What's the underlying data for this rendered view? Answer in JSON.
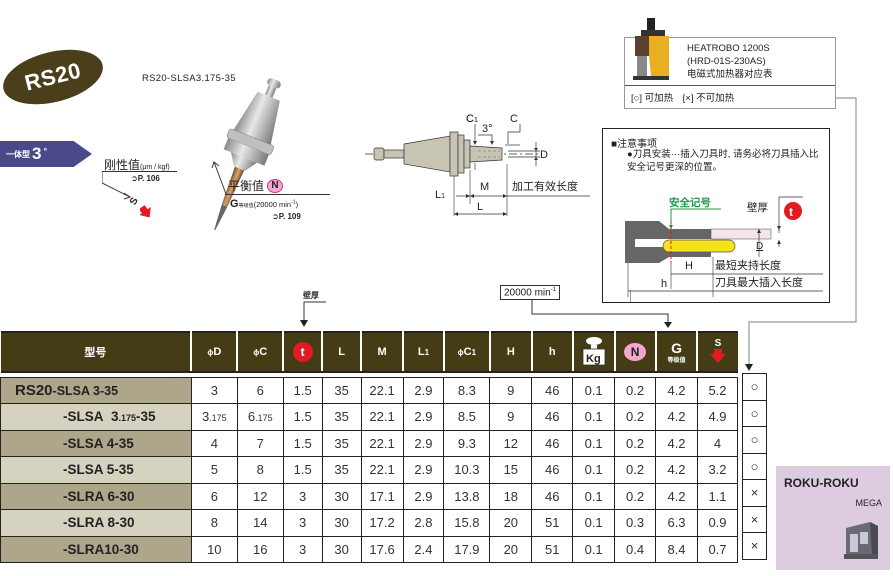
{
  "badge": {
    "label": "RS20"
  },
  "product_image": {
    "model_label": "RS20-SLSA3.175-35"
  },
  "category": {
    "small": "一体型",
    "big": "3",
    "degree": "°"
  },
  "stiffness": {
    "label": "刚性值",
    "unit": "(μm / kgf)",
    "ref": "➲P. 106",
    "symbol": "S"
  },
  "balance": {
    "label": "平衡值",
    "symbol": "N",
    "g_label": "G",
    "g_sub": "等级值",
    "g_rpm": "(20000 min",
    "g_rpm_sup": "-1",
    "g_rpm_end": ")",
    "ref": "➲P. 109"
  },
  "dimension_diagram": {
    "labels": {
      "c1": "C1",
      "angle": "3°",
      "c": "C",
      "d": "D",
      "l1": "L1",
      "m": "M",
      "l": "L",
      "effective_length": "加工有效长度"
    }
  },
  "heatrobo": {
    "line1": "HEATROBO 1200S",
    "line2": "(HRD-01S-230AS)",
    "line3": "电磁式加热器对应表",
    "legend": "[○] 可加热　[×] 不可加热"
  },
  "caution": {
    "title": "■注意事项",
    "body": "●刀具安装···插入刀具时, 请务必将刀具插入比安全记号更深的位置。",
    "safety_mark": "安全记号",
    "wall_thickness": "壁厚",
    "t_symbol": "t",
    "d_label": "D",
    "h_upper": "H",
    "h_lower": "h",
    "min_clamp": "最短夹持长度",
    "max_insert": "刀具最大插入长度"
  },
  "table_annotations": {
    "wall_thickness": "壁厚",
    "rpm_value": "20000 min",
    "rpm_sup": "-1"
  },
  "table": {
    "headers": {
      "model": "型号",
      "d": "D",
      "c": "C",
      "t": "t",
      "l": "L",
      "m": "M",
      "l1": "L",
      "l1_sub": "1",
      "c1": "C",
      "c1_sub": "1",
      "h_upper": "H",
      "h_lower": "h",
      "weight": "Kg",
      "n": "N",
      "g": "G",
      "g_sub": "等级值",
      "s": "S",
      "phi": "ϕ"
    },
    "rows": [
      {
        "prefix": "RS20",
        "model": "-SLSA  3-35",
        "d": "3",
        "c": "6",
        "t": "1.5",
        "l": "35",
        "m": "22.1",
        "l1": "2.9",
        "c1": "8.3",
        "h_upper": "9",
        "h_lower": "46",
        "weight": "0.1",
        "n": "0.2",
        "g": "4.2",
        "s": "5.2",
        "heat": "○"
      },
      {
        "prefix": "",
        "model": "-SLSA  3.175-35",
        "d": "3.175",
        "c": "6.175",
        "t": "1.5",
        "l": "35",
        "m": "22.1",
        "l1": "2.9",
        "c1": "8.5",
        "h_upper": "9",
        "h_lower": "46",
        "weight": "0.1",
        "n": "0.2",
        "g": "4.2",
        "s": "4.9",
        "heat": "○"
      },
      {
        "prefix": "",
        "model": "-SLSA  4-35",
        "d": "4",
        "c": "7",
        "t": "1.5",
        "l": "35",
        "m": "22.1",
        "l1": "2.9",
        "c1": "9.3",
        "h_upper": "12",
        "h_lower": "46",
        "weight": "0.1",
        "n": "0.2",
        "g": "4.2",
        "s": "4",
        "heat": "○"
      },
      {
        "prefix": "",
        "model": "-SLSA  5-35",
        "d": "5",
        "c": "8",
        "t": "1.5",
        "l": "35",
        "m": "22.1",
        "l1": "2.9",
        "c1": "10.3",
        "h_upper": "15",
        "h_lower": "46",
        "weight": "0.1",
        "n": "0.2",
        "g": "4.2",
        "s": "3.2",
        "heat": "○"
      },
      {
        "prefix": "",
        "model": "-SLRA  6-30",
        "d": "6",
        "c": "12",
        "t": "3",
        "l": "30",
        "m": "17.1",
        "l1": "2.9",
        "c1": "13.8",
        "h_upper": "18",
        "h_lower": "46",
        "weight": "0.1",
        "n": "0.2",
        "g": "4.2",
        "s": "1.1",
        "heat": "×"
      },
      {
        "prefix": "",
        "model": "-SLRA  8-30",
        "d": "8",
        "c": "14",
        "t": "3",
        "l": "30",
        "m": "17.2",
        "l1": "2.8",
        "c1": "15.8",
        "h_upper": "20",
        "h_lower": "51",
        "weight": "0.1",
        "n": "0.3",
        "g": "6.3",
        "s": "0.9",
        "heat": "×"
      },
      {
        "prefix": "",
        "model": "-SLRA10-30",
        "d": "10",
        "c": "16",
        "t": "3",
        "l": "30",
        "m": "17.6",
        "l1": "2.4",
        "c1": "17.9",
        "h_upper": "20",
        "h_lower": "51",
        "weight": "0.1",
        "n": "0.4",
        "g": "8.4",
        "s": "0.7",
        "heat": "×"
      }
    ]
  },
  "machine_badge": {
    "title": "ROKU-ROKU",
    "subtitle": "MEGA"
  },
  "colors": {
    "header_bg": "#433c14",
    "model_dark": "#ada68a",
    "model_light": "#d6d2c0",
    "badge_bg": "#4a3f1a",
    "category_bg": "#4a4a8a",
    "t_red": "#e21a22",
    "n_pink": "#f3a7cf",
    "safety_green": "#1f9a4a",
    "roku_bg": "#ddcbe0"
  }
}
